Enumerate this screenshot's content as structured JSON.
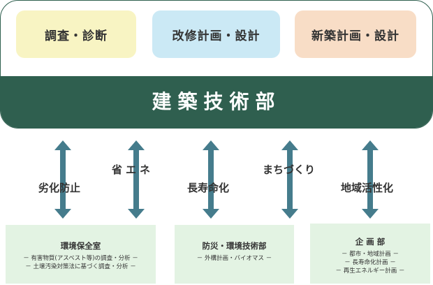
{
  "top_boxes": [
    "調査・診断",
    "改修計画・設計",
    "新築計画・設計"
  ],
  "department": "建築技術部",
  "themes": [
    "劣化防止",
    "省エネ",
    "長寿命化",
    "まちづくり",
    "地域活性化"
  ],
  "orgs": [
    {
      "title": "環境保全室",
      "items": [
        "－ 有害物質(アスベスト等)の調査・分析 －",
        "－ 土壌汚染対策法に基づく調査・分析 －"
      ]
    },
    {
      "title": "防災・環境技術部",
      "items": [
        "－ 外構計画・バイオマス －"
      ]
    },
    {
      "title": "企 画 部",
      "items": [
        "－ 都市・地域計画 －",
        "－ 長寿命化計画 －",
        "－ 再生エネルギー計画 －"
      ]
    }
  ],
  "colors": {
    "dept_band": "#2f5f4f",
    "arrow": "#457c8c",
    "box_yellow": "#f8f4c3",
    "box_blue": "#cbe9f5",
    "box_peach": "#f8ddc6",
    "org_bg": "#e3f3e3"
  }
}
